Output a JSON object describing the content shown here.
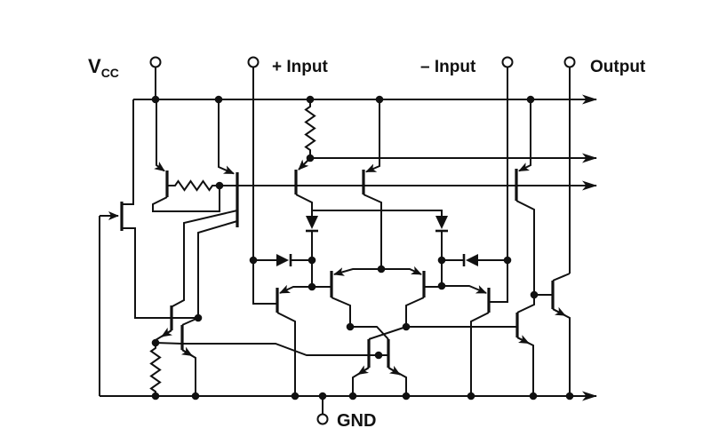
{
  "figure": {
    "type": "circuit-schematic",
    "description": "Internal transistor-level schematic of a bipolar comparator section with VCC, + Input, - Input, Output, GND terminals and bias rails arrowed to other sections",
    "ink": "#111111",
    "background": "#ffffff"
  },
  "labels": {
    "vcc_main": "V",
    "vcc_sub": "CC",
    "plus_input": "+ Input",
    "minus_input": "– Input",
    "output": "Output",
    "gnd": "GND"
  },
  "terminals": [
    {
      "name": "VCC"
    },
    {
      "name": "+ Input"
    },
    {
      "name": "- Input"
    },
    {
      "name": "Output"
    },
    {
      "name": "GND"
    }
  ],
  "components": {
    "bjt_transistors": 15,
    "jfet_transistors": 1,
    "diodes": 4,
    "resistors": 3,
    "junction_dots": 29,
    "rail_continuation_arrows": 4
  }
}
